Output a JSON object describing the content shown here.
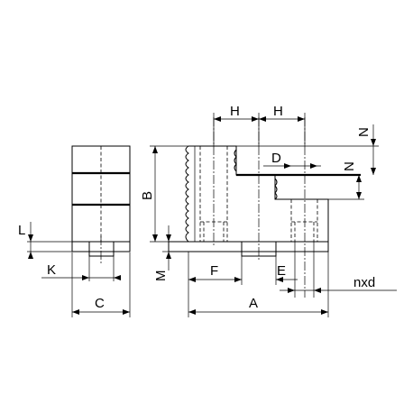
{
  "labels": {
    "H_left": "H",
    "H_right": "H",
    "D": "D",
    "N_top": "N",
    "N_side": "N",
    "B": "B",
    "L": "L",
    "K": "K",
    "C": "C",
    "M": "M",
    "F": "F",
    "E": "E",
    "A": "A",
    "nxd": "nxd"
  }
}
